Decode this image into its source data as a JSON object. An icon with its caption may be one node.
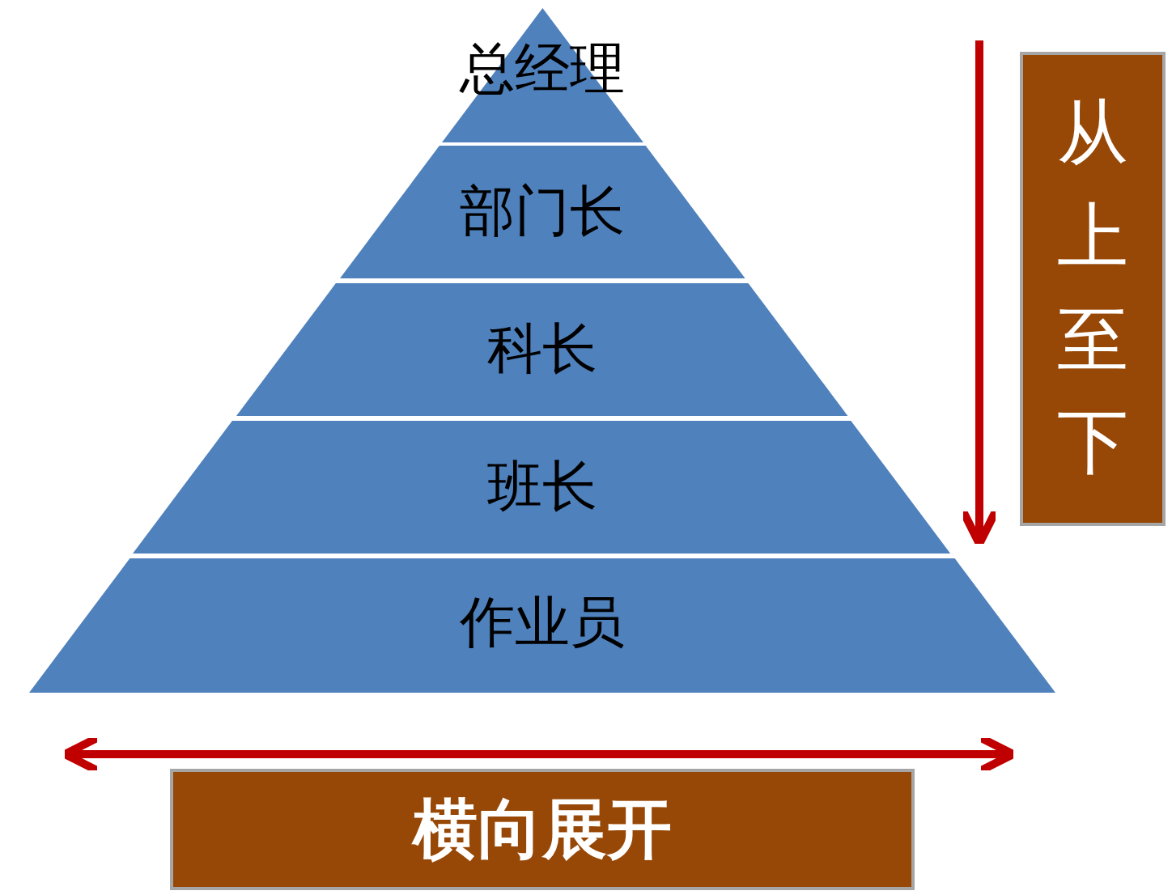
{
  "diagram": {
    "nodes": [
      {
        "text": [
          "总经理"
        ]
      },
      {
        "text": [
          "部门长"
        ]
      },
      {
        "text": [
          "科长"
        ]
      },
      {
        "text": [
          "班长"
        ]
      },
      {
        "text": [
          "作业员"
        ]
      },
      {
        "text": [
          "从上至下"
        ]
      },
      {
        "text": [
          "横向展开"
        ]
      }
    ]
  }
}
